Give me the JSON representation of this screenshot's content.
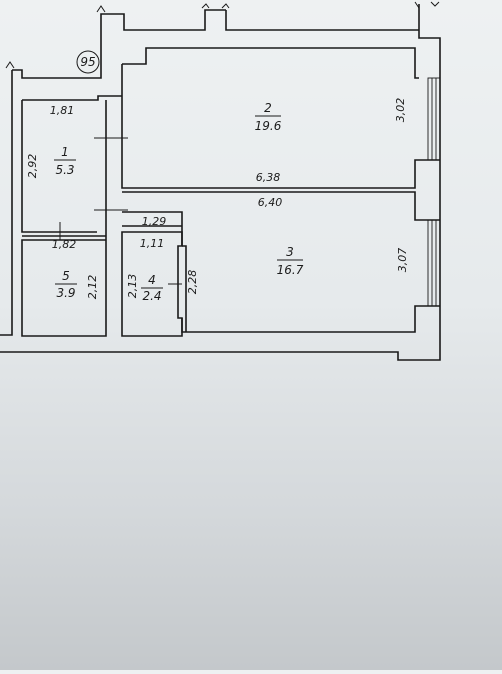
{
  "plan": {
    "building_no": "95",
    "rooms": [
      {
        "no": "1",
        "area": "5.3"
      },
      {
        "no": "2",
        "area": "19.6"
      },
      {
        "no": "3",
        "area": "16.7"
      },
      {
        "no": "4",
        "area": "2.4"
      },
      {
        "no": "5",
        "area": "3.9"
      }
    ],
    "dims": {
      "r1_w": "1,81",
      "r1_h": "2,92",
      "r2_w": "6,38",
      "r2_h": "3,02",
      "r3_top": "6,40",
      "r3_h": "3,07",
      "corr": "1,29",
      "r4_w": "1,11",
      "r4_h": "2,13",
      "r4_h2": "2,28",
      "r5_w": "1,82",
      "r5_h": "2,12"
    }
  }
}
